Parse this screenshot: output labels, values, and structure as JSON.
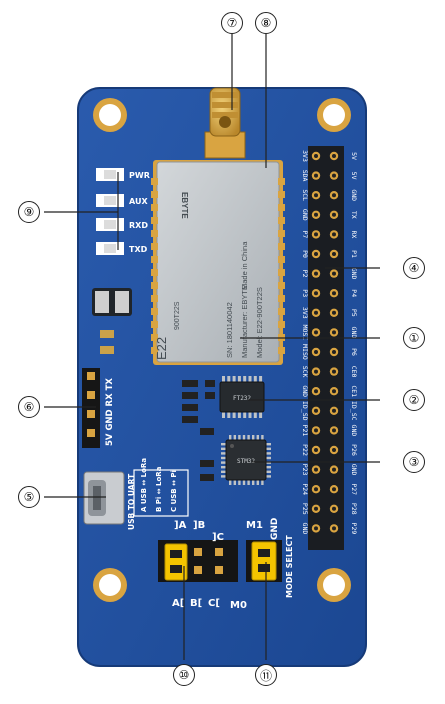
{
  "colors": {
    "pcb": "#1f4f9c",
    "pcb_dark": "#173f80",
    "gold": "#d9a441",
    "module": "#bcc1c6",
    "jumper": "#f4c400",
    "pin": "#1a1a1a"
  },
  "callouts": [
    {
      "id": "1",
      "label": "①"
    },
    {
      "id": "2",
      "label": "②"
    },
    {
      "id": "3",
      "label": "③"
    },
    {
      "id": "4",
      "label": "④"
    },
    {
      "id": "5",
      "label": "⑤"
    },
    {
      "id": "6",
      "label": "⑥"
    },
    {
      "id": "7",
      "label": "⑦"
    },
    {
      "id": "8",
      "label": "⑧"
    },
    {
      "id": "9",
      "label": "⑨"
    },
    {
      "id": "10",
      "label": "⑩"
    },
    {
      "id": "11",
      "label": "⑪"
    }
  ],
  "module": {
    "model": "E22",
    "part": "900T22S",
    "brand": "EBYTE",
    "made_in": "Made in China",
    "line_sn": "SN: 1801140042",
    "line_mfr": "Manufacturer: EBYTE",
    "line_model": "Model: E22-900T22S"
  },
  "leds": [
    "PWR",
    "AUX",
    "RXD",
    "TXD"
  ],
  "uart_header": "5V GND RX TX",
  "mode_table": {
    "title": "USB TO UART",
    "rows": [
      {
        "key": "A",
        "text": "USB ↔ LoRa"
      },
      {
        "key": "B",
        "text": "Pi ↔ LoRa"
      },
      {
        "key": "C",
        "text": "USB ↔ Pi"
      }
    ]
  },
  "jumper_labels": {
    "a": "A",
    "b": "B",
    "c": "C",
    "m1": "M1",
    "m0": "M0",
    "gnd": "GND",
    "mode_select": "MODE SELECT"
  },
  "gpio_left": [
    "3V3",
    "SDA",
    "SCL",
    "GND",
    "P7",
    "P0",
    "P2",
    "P3",
    "3V3",
    "MOSI",
    "MISO",
    "SCK",
    "GND",
    "ID_SD",
    "P21",
    "P22",
    "P23",
    "P24",
    "P25",
    "GND"
  ],
  "gpio_right": [
    "5V",
    "5V",
    "GND",
    "TX",
    "RX",
    "P1",
    "GND",
    "P4",
    "P5",
    "GND",
    "P6",
    "CE0",
    "CE1",
    "ID_SC",
    "GND",
    "P26",
    "GND",
    "P27",
    "P28",
    "P29"
  ],
  "chip2_text": "FT232",
  "chip3_text": "STM32"
}
